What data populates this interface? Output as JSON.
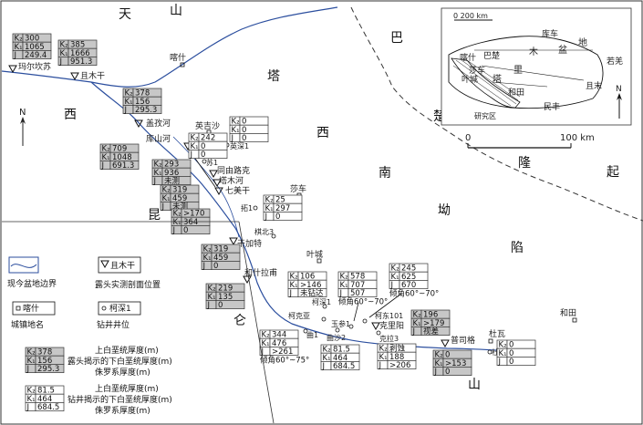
{
  "regions": [
    {
      "chars": [
        "天",
        "山"
      ]
    },
    {
      "chars": [
        "巴",
        "楚",
        "隆",
        "起"
      ]
    },
    {
      "chars": [
        "塔",
        "西",
        "南",
        "坳",
        "陷"
      ]
    },
    {
      "chars": [
        "西",
        "昆",
        "仑",
        "山"
      ]
    }
  ],
  "outcrop_sites": [
    {
      "name": "玛尔坎苏"
    },
    {
      "name": "且木干"
    },
    {
      "name": "盖孜河"
    },
    {
      "name": "库山河"
    },
    {
      "name": "同由路克"
    },
    {
      "name": "塔木河"
    },
    {
      "name": "七美干"
    },
    {
      "name": "干加特"
    },
    {
      "name": "和什拉甫"
    },
    {
      "name": "克里阳"
    },
    {
      "name": "普司格"
    }
  ],
  "wells": [
    {
      "name": "英深1"
    },
    {
      "name": "苏1"
    },
    {
      "name": "拓1"
    },
    {
      "name": "棋北3"
    },
    {
      "name": "柯深1"
    },
    {
      "name": "柯克亚"
    },
    {
      "name": "玉参1"
    },
    {
      "name": "柯东101"
    },
    {
      "name": "曲1"
    },
    {
      "name": "曲沙2"
    },
    {
      "name": "克拉3"
    },
    {
      "name": "杜1"
    }
  ],
  "towns": [
    {
      "name": "喀什"
    },
    {
      "name": "英吉沙"
    },
    {
      "name": "莎车"
    },
    {
      "name": "叶城"
    },
    {
      "name": "和田"
    },
    {
      "name": "杜瓦"
    }
  ],
  "tables": [
    {
      "rows": [
        [
          "K₂",
          "300"
        ],
        [
          "K₁",
          "1065"
        ],
        [
          "J",
          "249.4"
        ]
      ]
    },
    {
      "rows": [
        [
          "K₂",
          "385"
        ],
        [
          "K₁",
          "1666"
        ],
        [
          "J",
          "951.3"
        ]
      ]
    },
    {
      "rows": [
        [
          "K₂",
          "378"
        ],
        [
          "K₁",
          "156"
        ],
        [
          "J",
          "295.3"
        ]
      ]
    },
    {
      "rows": [
        [
          "K₂",
          "242"
        ],
        [
          "K₁",
          "0"
        ],
        [
          "J",
          "0"
        ]
      ]
    },
    {
      "rows": [
        [
          "K₂",
          "0"
        ],
        [
          "K₁",
          "0"
        ],
        [
          "J",
          "0"
        ]
      ]
    },
    {
      "rows": [
        [
          "K₂",
          "709"
        ],
        [
          "K₁",
          "1048"
        ],
        [
          "J",
          "691.3"
        ]
      ]
    },
    {
      "rows": [
        [
          "K₂",
          "293"
        ],
        [
          "K₁",
          "936"
        ],
        [
          "J",
          "未测"
        ]
      ]
    },
    {
      "rows": [
        [
          "K₂",
          "319"
        ],
        [
          "K₁",
          "459"
        ],
        [
          "J",
          "未测"
        ]
      ]
    },
    {
      "rows": [
        [
          "K₂",
          ">170"
        ],
        [
          "K₁",
          "364"
        ],
        [
          "J",
          "0"
        ]
      ]
    },
    {
      "rows": [
        [
          "K₂",
          "25"
        ],
        [
          "K₁",
          "297"
        ],
        [
          "J",
          "0"
        ]
      ]
    },
    {
      "rows": [
        [
          "K₂",
          "319"
        ],
        [
          "K₁",
          "459"
        ],
        [
          "J",
          "0"
        ]
      ]
    },
    {
      "rows": [
        [
          "K₂",
          "219"
        ],
        [
          "K₁",
          "135"
        ],
        [
          "J",
          "0"
        ]
      ]
    },
    {
      "rows": [
        [
          "K₂",
          "106"
        ],
        [
          "K₁",
          ">146"
        ],
        [
          "J",
          "未钻达"
        ]
      ]
    },
    {
      "rows": [
        [
          "K₂",
          "578"
        ],
        [
          "K₁",
          "707"
        ],
        [
          "J",
          "507"
        ]
      ],
      "note": "倾角60°~70°"
    },
    {
      "rows": [
        [
          "K₂",
          "245"
        ],
        [
          "K₁",
          "625"
        ],
        [
          "J",
          "670"
        ]
      ],
      "note": "倾角60°~70°"
    },
    {
      "rows": [
        [
          "K₂",
          "196"
        ],
        [
          "K₁",
          ">179"
        ],
        [
          "J",
          "视差"
        ]
      ]
    },
    {
      "rows": [
        [
          "K₂",
          "344"
        ],
        [
          "K₁",
          "476"
        ],
        [
          "J",
          ">261"
        ]
      ],
      "note": "倾角60°~75°"
    },
    {
      "rows": [
        [
          "K₂",
          "81.5"
        ],
        [
          "K₁",
          "464"
        ],
        [
          "J",
          "684.5"
        ]
      ]
    },
    {
      "rows": [
        [
          "K₂",
          "剥蚀"
        ],
        [
          "K₁",
          "188"
        ],
        [
          "J",
          ">206"
        ]
      ]
    },
    {
      "rows": [
        [
          "K₂",
          "0"
        ],
        [
          "K₁",
          ">153"
        ],
        [
          "J",
          "0"
        ]
      ]
    },
    {
      "rows": [
        [
          "K₂",
          "0"
        ],
        [
          "K₁",
          "0"
        ],
        [
          "J",
          "0"
        ]
      ]
    }
  ],
  "legend": {
    "basin_boundary": "现今盆地边界",
    "outcrop_symbol_label": "且木干",
    "outcrop_desc": "露头实测剖面位置",
    "town_symbol_label": "喀什",
    "town_desc": "城镇地名",
    "well_symbol_label": "柯深1",
    "well_desc": "钻井井位",
    "outcrop_table": {
      "rows": [
        [
          "K₂",
          "378"
        ],
        [
          "K₁",
          "156"
        ],
        [
          "J",
          "295.3"
        ]
      ]
    },
    "outcrop_lines": [
      "上白垩统厚度(m)",
      "露头揭示的下白垩统厚度(m)",
      "侏罗系厚度(m)"
    ],
    "well_table": {
      "rows": [
        [
          "K₂",
          "81.5"
        ],
        [
          "K₁",
          "464"
        ],
        [
          "J",
          "684.5"
        ]
      ]
    },
    "well_lines": [
      "上白垩统厚度(m)",
      "钻井揭示的下白垩统厚度(m)",
      "侏罗系厚度(m)"
    ]
  },
  "inset": {
    "scale_label": "0  200 km",
    "places": [
      "库车",
      "巴楚",
      "喀什",
      "木",
      "盆",
      "地",
      "莎车",
      "塔",
      "里",
      "若羌",
      "叶城",
      "和田",
      "且末",
      "民丰"
    ],
    "study_area": "研究区",
    "north": "N"
  },
  "north_arrow": "N",
  "scale": {
    "start": "0",
    "end": "100 km"
  }
}
